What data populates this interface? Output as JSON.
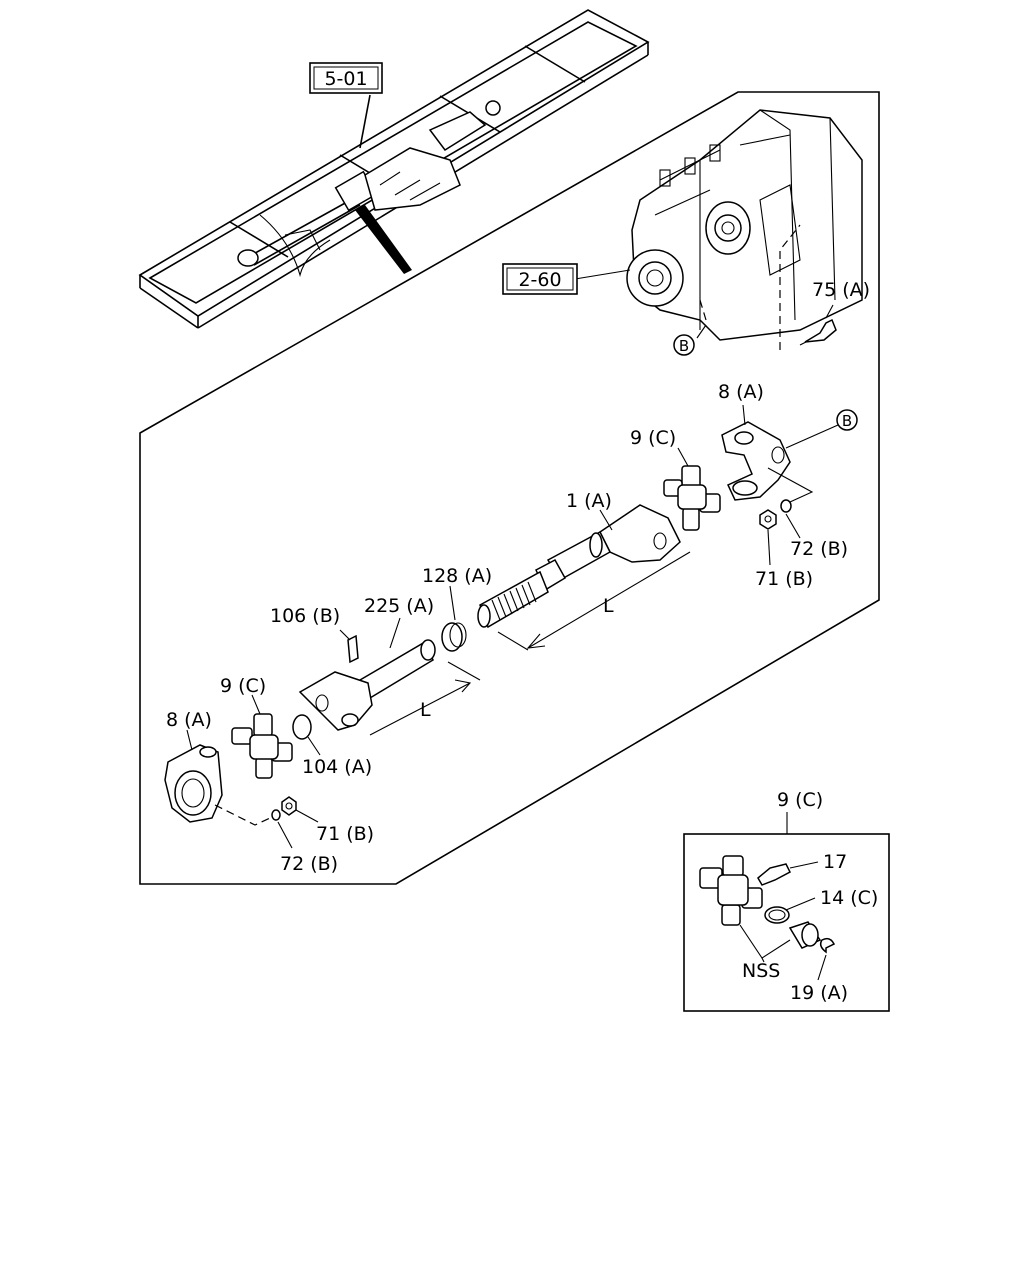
{
  "refs": {
    "frame_ref": "5-01",
    "trans_ref": "2-60"
  },
  "circle_ref": "B",
  "labels": {
    "bolt": "75 (A)",
    "yoke_top": "8 (A)",
    "joint_top": "9 (C)",
    "shaft": "1 (A)",
    "nut_top": "71 (B)",
    "washer_top": "72 (B)",
    "ring": "128 (A)",
    "tube": "225 (A)",
    "fitting": "106 (B)",
    "joint_bottom": "9 (C)",
    "yoke_bottom": "8 (A)",
    "plug": "104 (A)",
    "nut_bottom": "71 (B)",
    "washer_bottom": "72 (B)",
    "length_top": "L",
    "length_bottom": "L"
  },
  "inset": {
    "title": "9 (C)",
    "grease_nipple": "17",
    "seal": "14 (C)",
    "not_serviced": "NSS",
    "snap_ring": "19 (A)"
  }
}
